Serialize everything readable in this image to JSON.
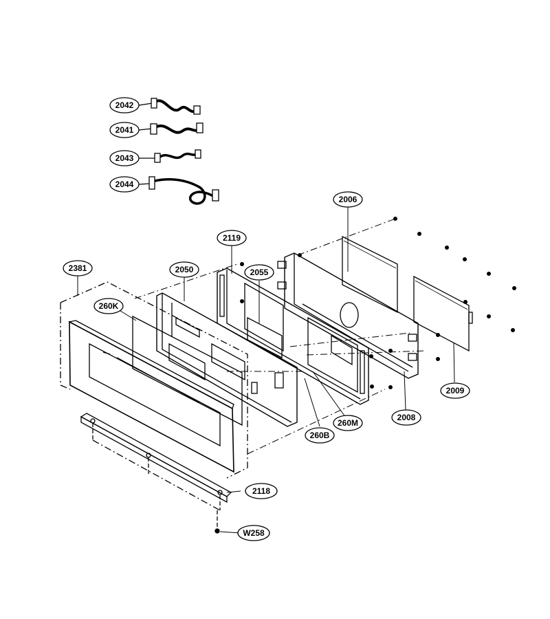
{
  "diagram": {
    "parts": [
      {
        "id": "p2042",
        "label": "2042"
      },
      {
        "id": "p2041",
        "label": "2041"
      },
      {
        "id": "p2043",
        "label": "2043"
      },
      {
        "id": "p2044",
        "label": "2044"
      },
      {
        "id": "p2006",
        "label": "2006"
      },
      {
        "id": "p2119",
        "label": "2119"
      },
      {
        "id": "p2381",
        "label": "2381"
      },
      {
        "id": "p2050",
        "label": "2050"
      },
      {
        "id": "p2055",
        "label": "2055"
      },
      {
        "id": "p260K",
        "label": "260K"
      },
      {
        "id": "p2009",
        "label": "2009"
      },
      {
        "id": "p2008",
        "label": "2008"
      },
      {
        "id": "p260M",
        "label": "260M"
      },
      {
        "id": "p260B",
        "label": "260B"
      },
      {
        "id": "p2118",
        "label": "2118"
      },
      {
        "id": "pW258",
        "label": "W258"
      }
    ]
  }
}
